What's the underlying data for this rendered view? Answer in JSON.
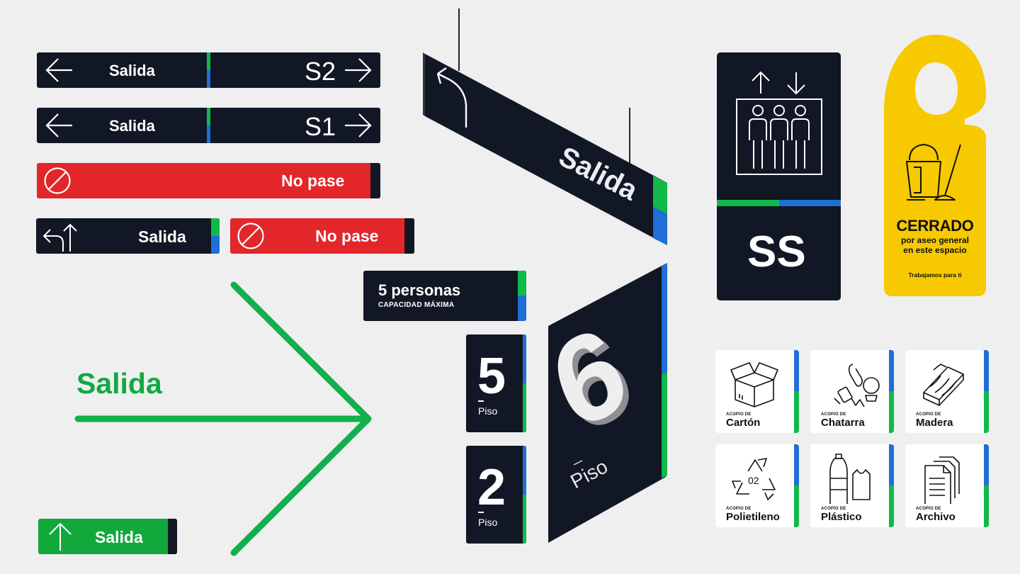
{
  "exit_bars": [
    {
      "label": "Salida",
      "level": "S2"
    },
    {
      "label": "Salida",
      "level": "S1"
    }
  ],
  "no_pass_wide": {
    "label": "No pase"
  },
  "small_exit": {
    "label": "Salida"
  },
  "no_pass_small": {
    "label": "No pase"
  },
  "floor_arrow": {
    "label": "Salida"
  },
  "green_exit": {
    "label": "Salida"
  },
  "hanging_sign": {
    "label": "Salida"
  },
  "capacity": {
    "count": "5 personas",
    "caption": "CAPACIDAD MÁXIMA"
  },
  "floor_5": {
    "number": "5",
    "label": "Piso"
  },
  "floor_2": {
    "number": "2",
    "label": "Piso"
  },
  "floor_6": {
    "number": "6",
    "label": "Piso"
  },
  "elevator": {
    "level": "SS"
  },
  "door_hanger": {
    "title": "CERRADO",
    "line1": "por aseo general",
    "line2": "en este espacio",
    "footer": "Trabajamos para ti"
  },
  "recycling": [
    {
      "prefix": "ACOPIO DE",
      "name": "Cartón",
      "icon": "box-icon"
    },
    {
      "prefix": "ACOPIO DE",
      "name": "Chatarra",
      "icon": "scrap-icon"
    },
    {
      "prefix": "ACOPIO DE",
      "name": "Madera",
      "icon": "wood-icon"
    },
    {
      "prefix": "ACOPIO DE",
      "name": "Polietileno",
      "icon": "recycle-icon",
      "code": "02"
    },
    {
      "prefix": "ACOPIO DE",
      "name": "Plástico",
      "icon": "bottle-icon"
    },
    {
      "prefix": "ACOPIO DE",
      "name": "Archivo",
      "icon": "documents-icon"
    }
  ],
  "colors": {
    "navy": "#111724",
    "red": "#e3262a",
    "green": "#11b84a",
    "blue": "#1f6fd6",
    "yellow": "#f7c900"
  }
}
